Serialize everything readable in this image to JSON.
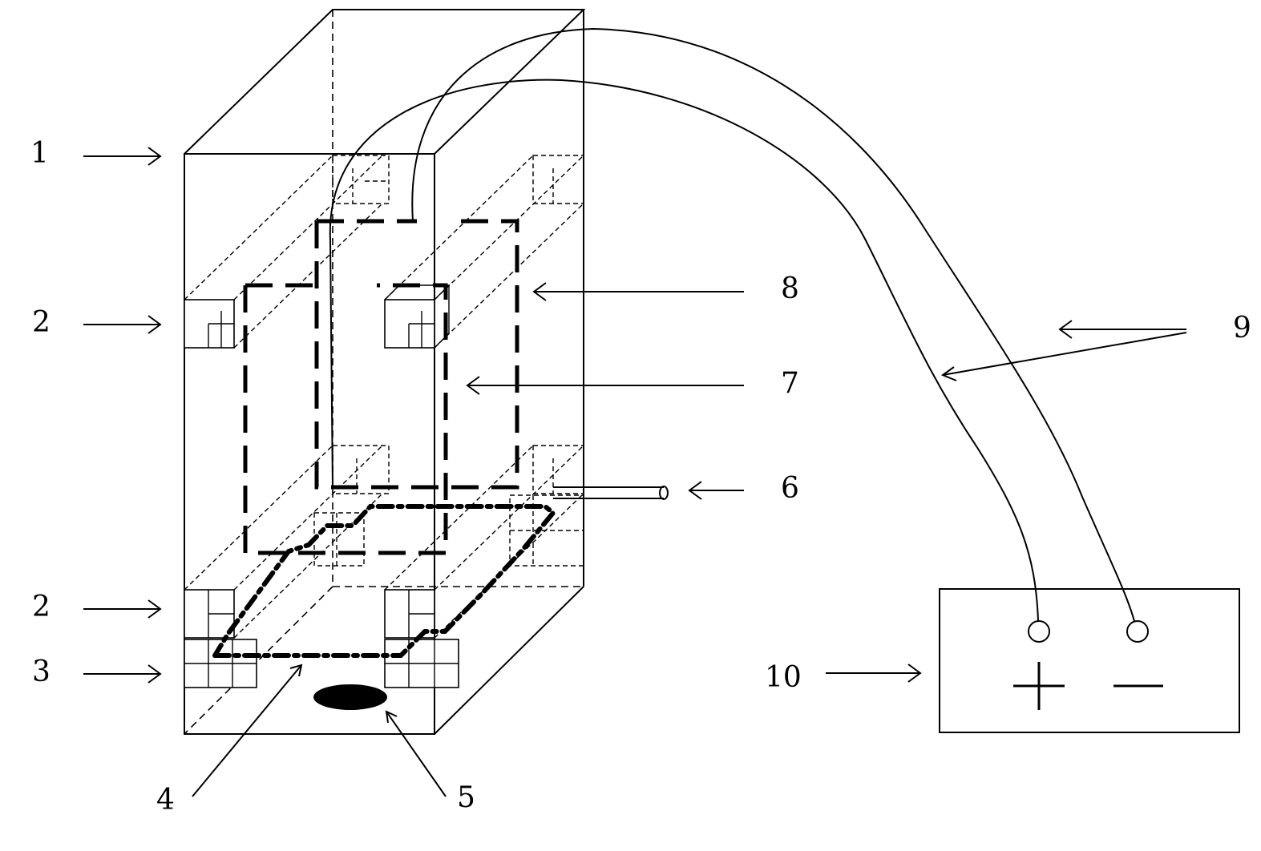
{
  "labels": {
    "l1": "1",
    "l2a": "2",
    "l2b": "2",
    "l3": "3",
    "l4": "4",
    "l5": "5",
    "l6": "6",
    "l7": "7",
    "l8": "8",
    "l9": "9",
    "l10": "10"
  },
  "power_supply": {
    "positive_sign": "+",
    "negative_sign": "—"
  }
}
